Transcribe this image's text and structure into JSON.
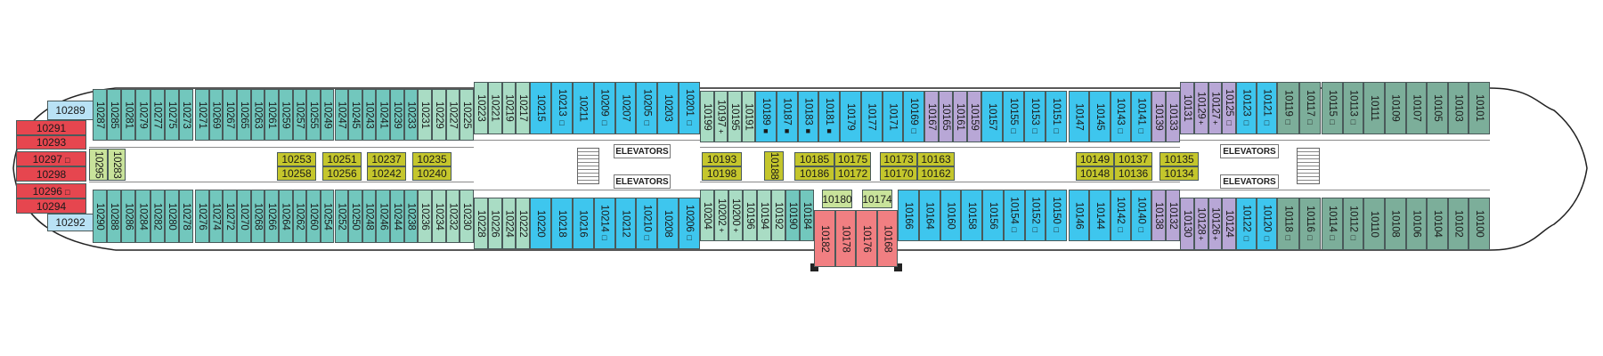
{
  "colors": {
    "teal": "#72c7bd",
    "lgreen": "#a9dcc4",
    "blue": "#3ec6ee",
    "purple": "#b8a7d6",
    "green": "#7cae9a",
    "red": "#e6464f",
    "pink": "#f17f82",
    "olive": "#c4c62c",
    "pale": "#c9e39b",
    "lblue": "#b9e2f5"
  },
  "labels": {
    "elevators": "ELEVATORS"
  },
  "cabins": {
    "stern_top_a": [
      {
        "n": "10287",
        "c": "teal"
      },
      {
        "n": "10285",
        "c": "teal"
      },
      {
        "n": "10281",
        "c": "teal"
      },
      {
        "n": "10279",
        "c": "teal"
      },
      {
        "n": "10277",
        "c": "teal"
      },
      {
        "n": "10275",
        "c": "teal"
      },
      {
        "n": "10273",
        "c": "teal"
      }
    ],
    "stern_top_b": [
      {
        "n": "10271",
        "c": "teal"
      },
      {
        "n": "10269",
        "c": "teal"
      },
      {
        "n": "10267",
        "c": "teal"
      },
      {
        "n": "10265",
        "c": "teal"
      },
      {
        "n": "10263",
        "c": "teal"
      },
      {
        "n": "10261",
        "c": "teal"
      },
      {
        "n": "10259",
        "c": "teal"
      },
      {
        "n": "10257",
        "c": "teal"
      },
      {
        "n": "10255",
        "c": "teal"
      },
      {
        "n": "10249",
        "c": "teal"
      },
      {
        "n": "10247",
        "c": "teal"
      },
      {
        "n": "10245",
        "c": "teal"
      },
      {
        "n": "10243",
        "c": "teal"
      },
      {
        "n": "10241",
        "c": "teal"
      },
      {
        "n": "10239",
        "c": "teal"
      },
      {
        "n": "10233",
        "c": "teal"
      },
      {
        "n": "10231",
        "c": "lgreen"
      },
      {
        "n": "10229",
        "c": "lgreen"
      },
      {
        "n": "10227",
        "c": "lgreen"
      },
      {
        "n": "10225",
        "c": "lgreen"
      }
    ],
    "stern_bot_a": [
      {
        "n": "10290",
        "c": "teal"
      },
      {
        "n": "10288",
        "c": "teal"
      },
      {
        "n": "10286",
        "c": "teal"
      },
      {
        "n": "10284",
        "c": "teal"
      },
      {
        "n": "10282",
        "c": "teal"
      },
      {
        "n": "10280",
        "c": "teal"
      },
      {
        "n": "10278",
        "c": "teal"
      }
    ],
    "stern_bot_b": [
      {
        "n": "10276",
        "c": "teal"
      },
      {
        "n": "10274",
        "c": "teal"
      },
      {
        "n": "10272",
        "c": "teal"
      },
      {
        "n": "10270",
        "c": "teal"
      },
      {
        "n": "10268",
        "c": "teal"
      },
      {
        "n": "10266",
        "c": "teal"
      },
      {
        "n": "10264",
        "c": "teal"
      },
      {
        "n": "10262",
        "c": "teal"
      },
      {
        "n": "10260",
        "c": "teal"
      },
      {
        "n": "10254",
        "c": "teal"
      },
      {
        "n": "10252",
        "c": "teal"
      },
      {
        "n": "10250",
        "c": "teal"
      },
      {
        "n": "10248",
        "c": "teal"
      },
      {
        "n": "10246",
        "c": "teal"
      },
      {
        "n": "10244",
        "c": "teal"
      },
      {
        "n": "10238",
        "c": "teal"
      },
      {
        "n": "10236",
        "c": "lgreen"
      },
      {
        "n": "10234",
        "c": "lgreen"
      },
      {
        "n": "10232",
        "c": "lgreen"
      },
      {
        "n": "10230",
        "c": "lgreen"
      }
    ],
    "wide_top_a": [
      {
        "n": "10223",
        "c": "lgreen"
      },
      {
        "n": "10221",
        "c": "lgreen"
      },
      {
        "n": "10219",
        "c": "lgreen"
      },
      {
        "n": "10217",
        "c": "lgreen"
      }
    ],
    "wide_top_b": [
      {
        "n": "10215",
        "c": "blue"
      },
      {
        "n": "10213",
        "c": "blue",
        "m": "□"
      },
      {
        "n": "10211",
        "c": "blue"
      },
      {
        "n": "10209",
        "c": "blue",
        "m": "□"
      },
      {
        "n": "10207",
        "c": "blue"
      },
      {
        "n": "10205",
        "c": "blue",
        "m": "□"
      },
      {
        "n": "10203",
        "c": "blue"
      },
      {
        "n": "10201",
        "c": "blue",
        "m": "□"
      }
    ],
    "wide_bot_a": [
      {
        "n": "10228",
        "c": "lgreen"
      },
      {
        "n": "10226",
        "c": "lgreen"
      },
      {
        "n": "10224",
        "c": "lgreen"
      },
      {
        "n": "10222",
        "c": "lgreen"
      }
    ],
    "wide_bot_b": [
      {
        "n": "10220",
        "c": "blue"
      },
      {
        "n": "10218",
        "c": "blue"
      },
      {
        "n": "10216",
        "c": "blue"
      },
      {
        "n": "10214",
        "c": "blue",
        "m": "□"
      },
      {
        "n": "10212",
        "c": "blue"
      },
      {
        "n": "10210",
        "c": "blue",
        "m": "□"
      },
      {
        "n": "10208",
        "c": "blue"
      },
      {
        "n": "10206",
        "c": "blue",
        "m": "□"
      }
    ],
    "mid_top_a": [
      {
        "n": "10199",
        "c": "lgreen"
      },
      {
        "n": "10197",
        "c": "lgreen",
        "m": "+"
      },
      {
        "n": "10195",
        "c": "lgreen"
      },
      {
        "n": "10191",
        "c": "lgreen"
      }
    ],
    "mid_top_b": [
      {
        "n": "10189",
        "c": "blue",
        "m": "■"
      },
      {
        "n": "10187",
        "c": "blue",
        "m": "■"
      },
      {
        "n": "10183",
        "c": "blue",
        "m": "■"
      },
      {
        "n": "10181",
        "c": "blue",
        "m": "■"
      },
      {
        "n": "10179",
        "c": "blue"
      },
      {
        "n": "10177",
        "c": "blue"
      },
      {
        "n": "10171",
        "c": "blue"
      },
      {
        "n": "10169",
        "c": "blue",
        "m": "□"
      }
    ],
    "mid_top_c": [
      {
        "n": "10167",
        "c": "purple"
      },
      {
        "n": "10165",
        "c": "purple"
      },
      {
        "n": "10161",
        "c": "purple"
      },
      {
        "n": "10159",
        "c": "purple"
      }
    ],
    "mid_top_d": [
      {
        "n": "10157",
        "c": "blue"
      },
      {
        "n": "10155",
        "c": "blue",
        "m": "□"
      },
      {
        "n": "10153",
        "c": "blue",
        "m": "□"
      },
      {
        "n": "10151",
        "c": "blue",
        "m": "□"
      }
    ],
    "mid_top_e": [
      {
        "n": "10147",
        "c": "blue"
      },
      {
        "n": "10145",
        "c": "blue"
      },
      {
        "n": "10143",
        "c": "blue",
        "m": "□"
      },
      {
        "n": "10141",
        "c": "blue",
        "m": "□"
      }
    ],
    "mid_top_f": [
      {
        "n": "10139",
        "c": "purple"
      },
      {
        "n": "10133",
        "c": "purple"
      }
    ],
    "mid_bot_a": [
      {
        "n": "10204",
        "c": "lgreen"
      },
      {
        "n": "10202",
        "c": "lgreen",
        "m": "+"
      },
      {
        "n": "10200",
        "c": "lgreen",
        "m": "+"
      },
      {
        "n": "10196",
        "c": "lgreen"
      },
      {
        "n": "10194",
        "c": "lgreen"
      },
      {
        "n": "10192",
        "c": "lgreen"
      },
      {
        "n": "10190",
        "c": "teal"
      },
      {
        "n": "10184",
        "c": "teal"
      }
    ],
    "mid_bot_pink": [
      {
        "n": "10182",
        "c": "pink"
      },
      {
        "n": "10178",
        "c": "pink"
      },
      {
        "n": "10176",
        "c": "pink"
      },
      {
        "n": "10168",
        "c": "pink"
      }
    ],
    "mid_bot_b": [
      {
        "n": "10166",
        "c": "blue"
      },
      {
        "n": "10164",
        "c": "blue"
      },
      {
        "n": "10160",
        "c": "blue"
      },
      {
        "n": "10158",
        "c": "blue"
      },
      {
        "n": "10156",
        "c": "blue"
      },
      {
        "n": "10154",
        "c": "blue",
        "m": "□"
      },
      {
        "n": "10152",
        "c": "blue",
        "m": "□"
      },
      {
        "n": "10150",
        "c": "blue",
        "m": "□"
      }
    ],
    "mid_bot_c": [
      {
        "n": "10146",
        "c": "blue"
      },
      {
        "n": "10144",
        "c": "blue"
      },
      {
        "n": "10142",
        "c": "blue",
        "m": "□"
      },
      {
        "n": "10140",
        "c": "blue",
        "m": "□"
      }
    ],
    "mid_bot_d": [
      {
        "n": "10138",
        "c": "purple"
      },
      {
        "n": "10132",
        "c": "purple"
      }
    ],
    "bow_top_a": [
      {
        "n": "10131",
        "c": "purple"
      },
      {
        "n": "10129",
        "c": "purple",
        "m": "+"
      },
      {
        "n": "10127",
        "c": "purple",
        "m": "+"
      },
      {
        "n": "10125",
        "c": "purple",
        "m": "□"
      }
    ],
    "bow_top_b": [
      {
        "n": "10123",
        "c": "blue",
        "m": "□"
      },
      {
        "n": "10121",
        "c": "blue",
        "m": "□"
      }
    ],
    "bow_top_c": [
      {
        "n": "10119",
        "c": "green",
        "m": "□"
      },
      {
        "n": "10117",
        "c": "green",
        "m": "□"
      }
    ],
    "bow_top_d": [
      {
        "n": "10115",
        "c": "green",
        "m": "□"
      },
      {
        "n": "10113",
        "c": "green",
        "m": "□"
      },
      {
        "n": "10111",
        "c": "green"
      },
      {
        "n": "10109",
        "c": "green"
      },
      {
        "n": "10107",
        "c": "green"
      },
      {
        "n": "10105",
        "c": "green"
      },
      {
        "n": "10103",
        "c": "green"
      },
      {
        "n": "10101",
        "c": "green"
      }
    ],
    "bow_bot_a": [
      {
        "n": "10130",
        "c": "purple"
      },
      {
        "n": "10128",
        "c": "purple",
        "m": "+"
      },
      {
        "n": "10126",
        "c": "purple",
        "m": "+"
      },
      {
        "n": "10124",
        "c": "purple"
      }
    ],
    "bow_bot_b": [
      {
        "n": "10122",
        "c": "blue",
        "m": "□"
      },
      {
        "n": "10120",
        "c": "blue",
        "m": "□"
      }
    ],
    "bow_bot_c": [
      {
        "n": "10118",
        "c": "green",
        "m": "□"
      },
      {
        "n": "10116",
        "c": "green",
        "m": "□"
      }
    ],
    "bow_bot_d": [
      {
        "n": "10114",
        "c": "green",
        "m": "□"
      },
      {
        "n": "10112",
        "c": "green",
        "m": "□"
      },
      {
        "n": "10110",
        "c": "green"
      },
      {
        "n": "10108",
        "c": "green"
      },
      {
        "n": "10106",
        "c": "green"
      },
      {
        "n": "10104",
        "c": "green"
      },
      {
        "n": "10102",
        "c": "green"
      },
      {
        "n": "10100",
        "c": "green"
      }
    ],
    "stern_aft": [
      {
        "n": "10289",
        "c": "lblue"
      },
      {
        "n": "10291",
        "c": "red"
      },
      {
        "n": "10293",
        "c": "red"
      },
      {
        "n": "10297",
        "c": "red",
        "m": "□"
      },
      {
        "n": "10298",
        "c": "red"
      },
      {
        "n": "10296",
        "c": "red",
        "m": "□"
      },
      {
        "n": "10294",
        "c": "red"
      },
      {
        "n": "10292",
        "c": "lblue"
      }
    ],
    "stern_inner_v": [
      {
        "n": "10295",
        "c": "pale"
      },
      {
        "n": "10283",
        "c": "pale"
      }
    ],
    "small_pale": [
      {
        "n": "10180",
        "c": "pale"
      },
      {
        "n": "10174",
        "c": "pale"
      }
    ],
    "inner": [
      {
        "n": "10253",
        "c": "olive"
      },
      {
        "n": "10258",
        "c": "olive"
      },
      {
        "n": "10251",
        "c": "olive"
      },
      {
        "n": "10256",
        "c": "olive"
      },
      {
        "n": "10237",
        "c": "olive"
      },
      {
        "n": "10242",
        "c": "olive"
      },
      {
        "n": "10235",
        "c": "olive"
      },
      {
        "n": "10240",
        "c": "olive"
      },
      {
        "n": "10193",
        "c": "olive"
      },
      {
        "n": "10198",
        "c": "olive"
      },
      {
        "n": "10185",
        "c": "olive"
      },
      {
        "n": "10186",
        "c": "olive"
      },
      {
        "n": "10175",
        "c": "olive"
      },
      {
        "n": "10172",
        "c": "olive"
      },
      {
        "n": "10173",
        "c": "olive"
      },
      {
        "n": "10170",
        "c": "olive"
      },
      {
        "n": "10163",
        "c": "olive"
      },
      {
        "n": "10162",
        "c": "olive"
      },
      {
        "n": "10149",
        "c": "olive"
      },
      {
        "n": "10148",
        "c": "olive"
      },
      {
        "n": "10137",
        "c": "olive"
      },
      {
        "n": "10136",
        "c": "olive"
      },
      {
        "n": "10135",
        "c": "olive"
      },
      {
        "n": "10134",
        "c": "olive"
      }
    ],
    "inner_v": [
      {
        "n": "10188",
        "c": "olive"
      }
    ]
  }
}
